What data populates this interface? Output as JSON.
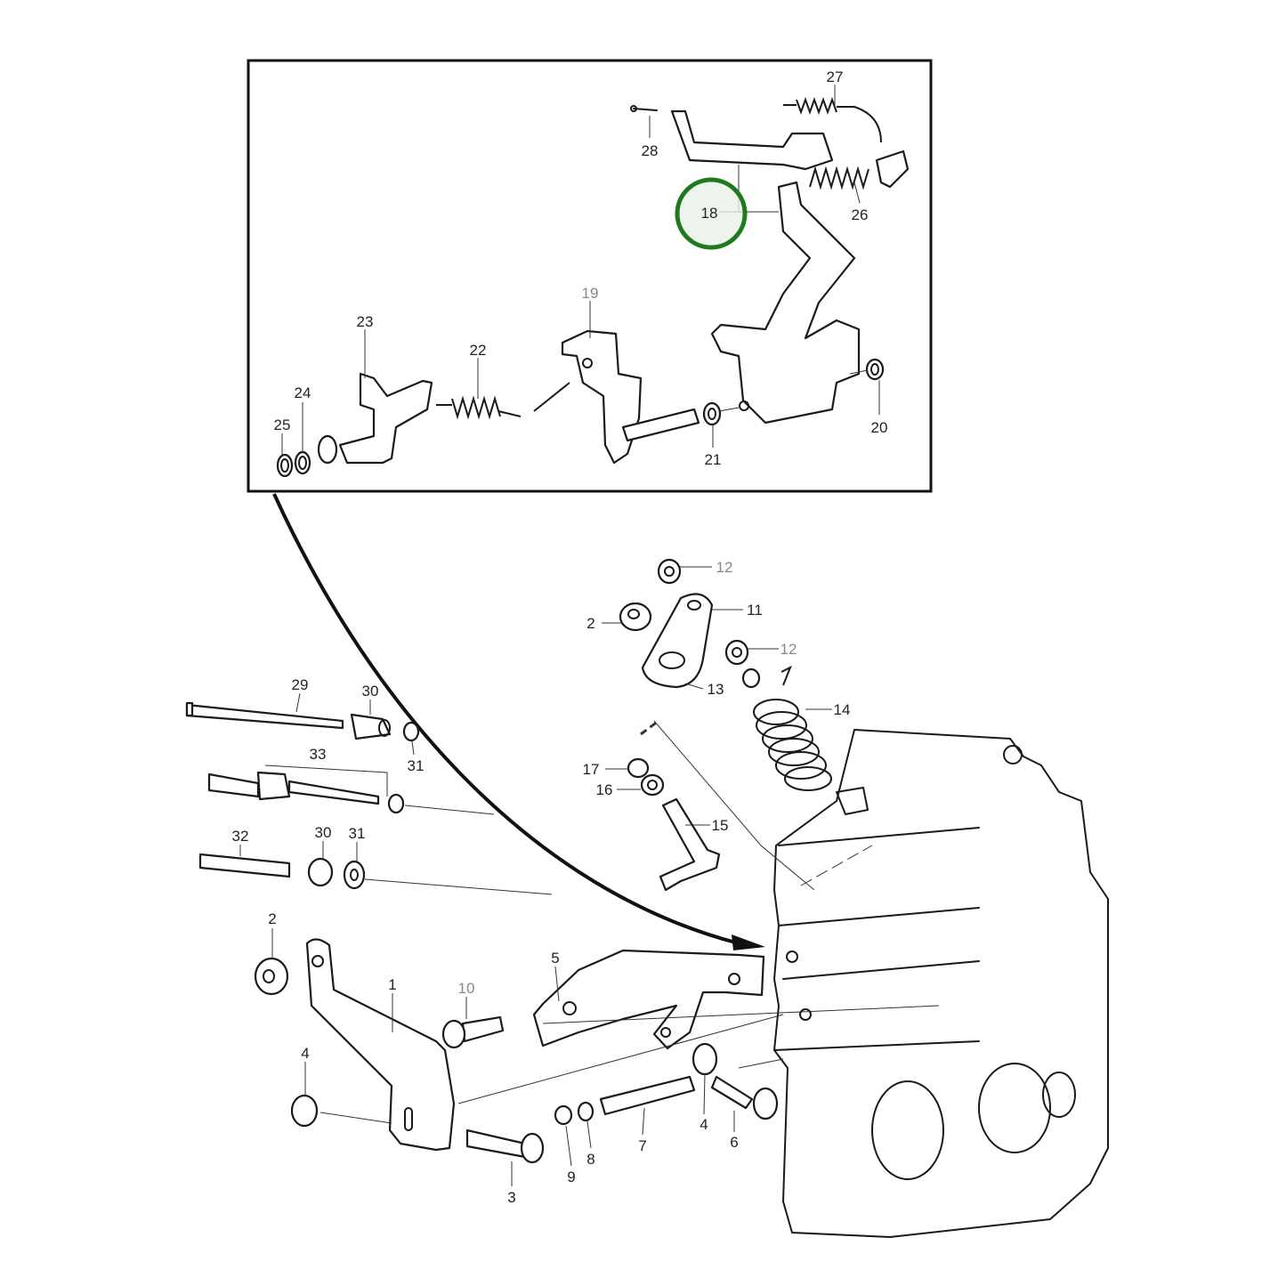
{
  "diagram": {
    "highlight_color": "#1e7a1e",
    "highlight_fill": "#e9f1e9",
    "highlighted_label": "18",
    "inset_labels": [
      "27",
      "28",
      "18",
      "26",
      "19",
      "23",
      "22",
      "24",
      "25",
      "21",
      "20"
    ],
    "main_labels": [
      "12",
      "2",
      "11",
      "12",
      "13",
      "14",
      "29",
      "30",
      "31",
      "33",
      "17",
      "16",
      "15",
      "32",
      "30",
      "31",
      "2",
      "1",
      "10",
      "5",
      "4",
      "3",
      "9",
      "8",
      "7",
      "4",
      "6"
    ]
  }
}
